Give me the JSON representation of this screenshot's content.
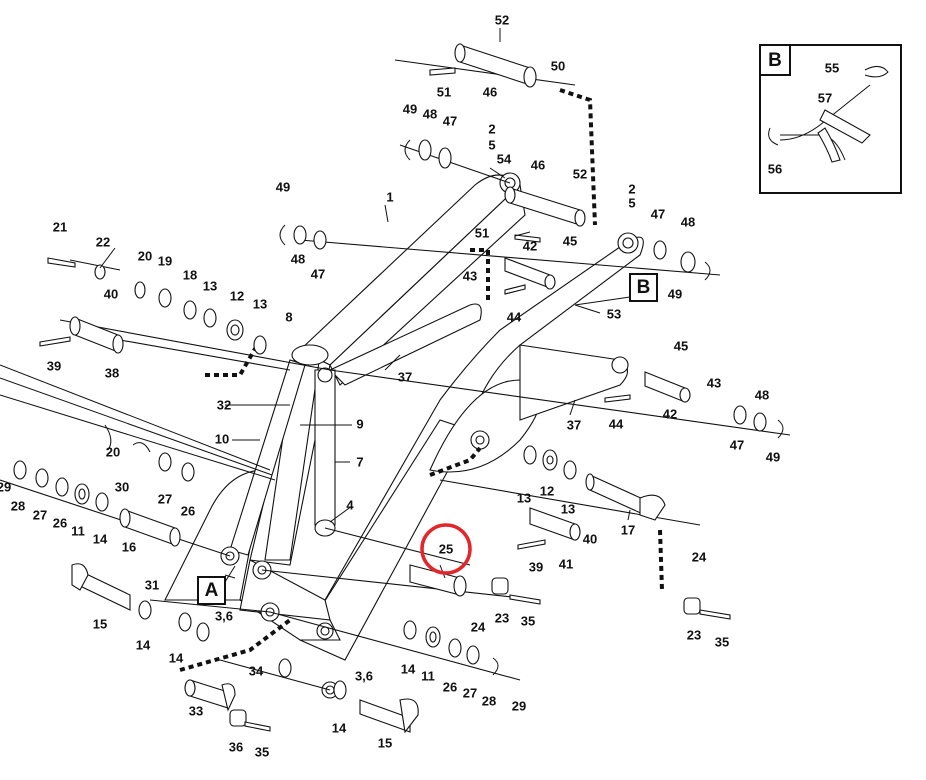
{
  "diagram": {
    "highlight_color": "#e3262a",
    "highlighted_callout": "25",
    "callout_boxes": {
      "a": "A",
      "b": "B"
    },
    "inset": {
      "title": "B",
      "labels": {
        "c55": "55",
        "c56": "56",
        "c57": "57"
      }
    },
    "labels": {
      "c52a": "52",
      "c50": "50",
      "c51a": "51",
      "c46a": "46",
      "c49a": "49",
      "c48a": "48",
      "c47a": "47",
      "c2a": "2",
      "c5a": "5",
      "c54": "54",
      "c46b": "46",
      "c52b": "52",
      "c1": "1",
      "c49b": "49",
      "c48b": "48",
      "c47b": "47",
      "c21": "21",
      "c22": "22",
      "c20a": "20",
      "c19a": "19",
      "c18": "18",
      "c13a": "13",
      "c40a": "40",
      "c12a": "12",
      "c13b": "13",
      "c8": "8",
      "c39a": "39",
      "c38": "38",
      "c37a": "37",
      "c51b": "51",
      "c42a": "42",
      "c45a": "45",
      "c43a": "43",
      "c44a": "44",
      "c2b": "2",
      "c5b": "5",
      "c47c": "47",
      "c48c": "48",
      "c49c": "49",
      "c53": "53",
      "c45b": "45",
      "c43b": "43",
      "c42b": "42",
      "c44b": "44",
      "c37b": "37",
      "c48d": "48",
      "c47d": "47",
      "c49d": "49",
      "c32": "32",
      "c9": "9",
      "c10": "10",
      "c7": "7",
      "c20b": "20",
      "c30": "30",
      "c27a": "27",
      "c26a": "26",
      "c29a": "29",
      "c28a": "28",
      "c27b": "27",
      "c26b": "26",
      "c11a": "11",
      "c14a": "14",
      "c16": "16",
      "c31": "31",
      "c13c": "13",
      "c12b": "12",
      "c13d": "13",
      "c17": "17",
      "c4": "4",
      "c25": "25",
      "c40b": "40",
      "c39b": "39",
      "c41": "41",
      "c24a": "24",
      "c23a": "23",
      "c35a": "35",
      "c24b": "24",
      "c23b": "23",
      "c35b": "35",
      "c15a": "15",
      "c14b": "14",
      "c36a": "3,6",
      "c14c": "14",
      "c34": "34",
      "c33": "33",
      "c36": "36",
      "c35c": "35",
      "c14d": "14",
      "c11b": "11",
      "c26c": "26",
      "c27c": "27",
      "c28b": "28",
      "c29b": "29",
      "c36b": "3,6",
      "c14e": "14",
      "c15b": "15"
    }
  }
}
